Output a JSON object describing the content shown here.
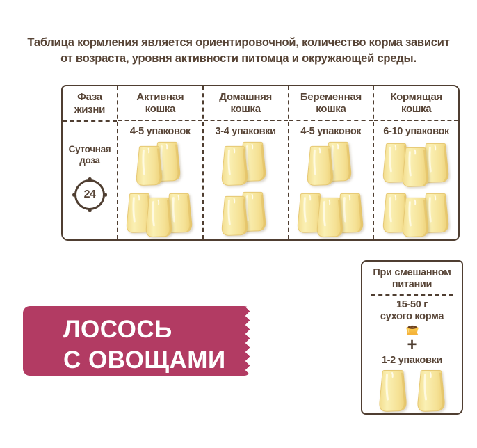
{
  "disclaimer": "Таблица кормления является ориентировочной, количество корма зависит\nот возраста, уровня активности питомца и окружающей среды.",
  "table": {
    "phase_label": "Фаза\nжизни",
    "dose_label": "Суточная\nдоза",
    "clock_value": "24",
    "columns": [
      {
        "label": "Активная\nкошка",
        "amount": "4-5 упаковок",
        "pouch_groups": [
          2,
          3
        ]
      },
      {
        "label": "Домашняя\nкошка",
        "amount": "3-4 упаковки",
        "pouch_groups": [
          2,
          2
        ]
      },
      {
        "label": "Беременная\nкошка",
        "amount": "4-5 упаковок",
        "pouch_groups": [
          2,
          3
        ]
      },
      {
        "label": "Кормящая\nкошка",
        "amount": "6-10 упаковок",
        "pouch_groups": [
          3,
          3
        ]
      }
    ]
  },
  "mixed_feeding": {
    "title": "При смешанном\nпитании",
    "dry_food": "15-50 г\nсухого корма",
    "plus_sign": "+",
    "wet_food": "1-2 упаковки",
    "pouch_count": 2
  },
  "product_badge": {
    "name": "ЛОСОСЬ\nС ОВОЩАМИ"
  },
  "icons": {
    "clock": "24h-clock-icon",
    "bowl": "food-bowl-icon",
    "pouch": "food-pouch-icon"
  },
  "colors": {
    "text_brown": "#574436",
    "border_brown": "#4f3e31",
    "badge_pink": "#b23b63",
    "pouch_yellow": "#f5e195",
    "bowl_yellow": "#f8c544"
  }
}
